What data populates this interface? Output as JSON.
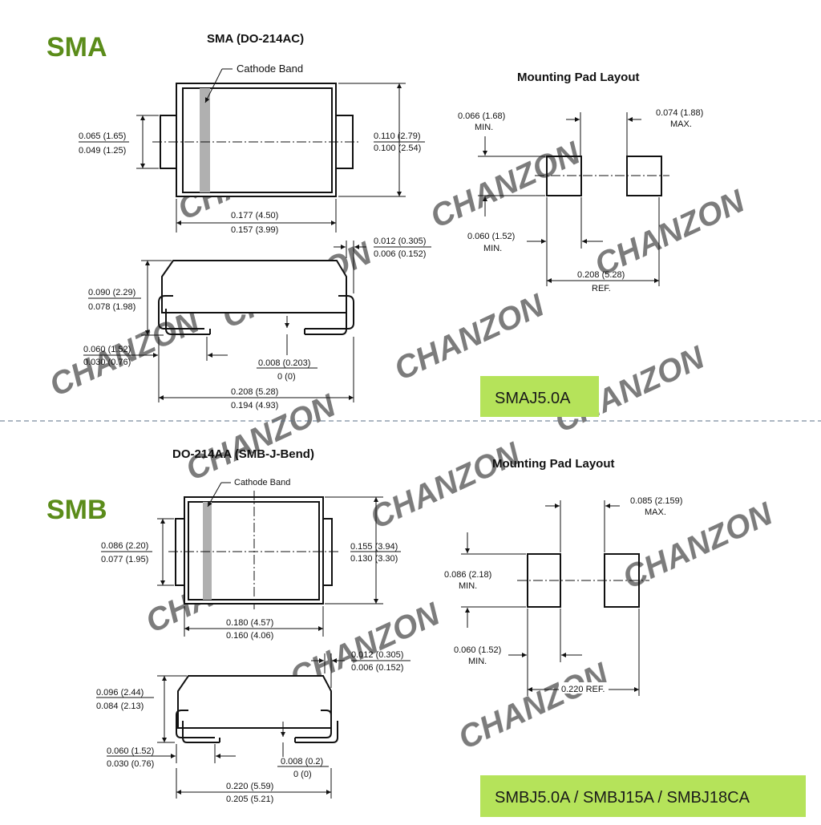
{
  "sma": {
    "section_label": "SMA",
    "package_title": "SMA (DO-214AC)",
    "cathode_label": "Cathode Band",
    "pad_title": "Mounting Pad Layout",
    "part_badge": "SMAJ5.0A",
    "dims": {
      "body_height_max": "0.065 (1.65)",
      "body_height_min": "0.049 (1.25)",
      "body_width_max": "0.110 (2.79)",
      "body_width_min": "0.100 (2.54)",
      "body_length_max": "0.177 (4.50)",
      "body_length_min": "0.157 (3.99)",
      "lead_thick_max": "0.012 (0.305)",
      "lead_thick_min": "0.006 (0.152)",
      "height_max": "0.090 (2.29)",
      "height_min": "0.078 (1.98)",
      "lead_len_max": "0.060 (1.52)",
      "lead_len_min": "0.030 (0.76)",
      "standoff_max": "0.008 (0.203)",
      "standoff_min": "0 (0)",
      "overall_len_max": "0.208 (5.28)",
      "overall_len_min": "0.194 (4.93)",
      "pad_height": "0.066 (1.68)",
      "pad_height_note": "MIN.",
      "pad_width": "0.074 (1.88)",
      "pad_width_note": "MAX.",
      "pad_gap": "0.060 (1.52)",
      "pad_gap_note": "MIN.",
      "pad_span": "0.208 (5.28)",
      "pad_span_note": "REF."
    }
  },
  "smb": {
    "section_label": "SMB",
    "package_title": "DO-214AA (SMB-J-Bend)",
    "cathode_label": "Cathode Band",
    "pad_title": "Mounting Pad Layout",
    "part_badge": "SMBJ5.0A / SMBJ15A / SMBJ18CA",
    "dims": {
      "body_height_max": "0.086 (2.20)",
      "body_height_min": "0.077 (1.95)",
      "body_width_max": "0.155 (3.94)",
      "body_width_min": "0.130 (3.30)",
      "body_length_max": "0.180 (4.57)",
      "body_length_min": "0.160 (4.06)",
      "lead_thick_max": "0.012 (0.305)",
      "lead_thick_min": "0.006 (0.152)",
      "height_max": "0.096 (2.44)",
      "height_min": "0.084 (2.13)",
      "lead_len_max": "0.060 (1.52)",
      "lead_len_min": "0.030 (0.76)",
      "standoff_max": "0.008 (0.2)",
      "standoff_min": "0 (0)",
      "overall_len_max": "0.220 (5.59)",
      "overall_len_min": "0.205 (5.21)",
      "pad_width": "0.085 (2.159)",
      "pad_width_note": "MAX.",
      "pad_height": "0.086 (2.18)",
      "pad_height_note": "MIN.",
      "pad_gap": "0.060 (1.52)",
      "pad_gap_note": "MIN.",
      "pad_span": "0.220 REF."
    }
  },
  "watermark": "CHANZON",
  "colors": {
    "section_label": "#5b8c1a",
    "badge_fill": "#b5e35a",
    "cathode_band": "#b0b0b0",
    "separator": "#5a6f86",
    "watermark": "#f3d4d4"
  }
}
